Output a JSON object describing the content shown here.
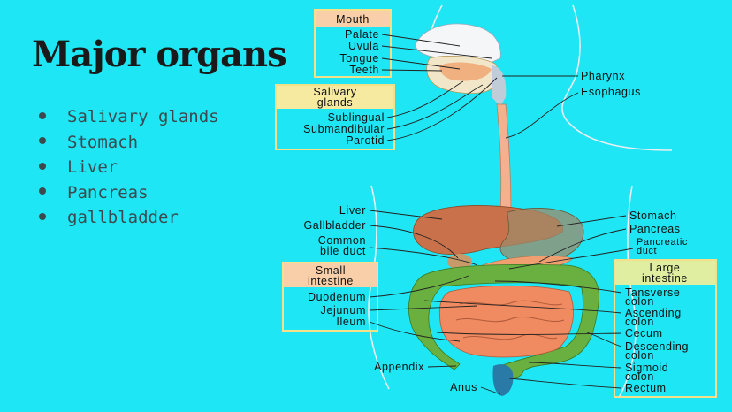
{
  "slide": {
    "title": "Major organs",
    "bullets": [
      "Salivary glands",
      "Stomach",
      "Liver",
      "Pancreas",
      "gallbladder"
    ]
  },
  "diagram": {
    "boxes": {
      "mouth": {
        "header": "Mouth",
        "items": [
          "Palate",
          "Uvula",
          "Tongue",
          "Teeth"
        ]
      },
      "salivary": {
        "header_lines": [
          "Salivary",
          "glands"
        ],
        "items": [
          "Sublingual",
          "Submandibular",
          "Parotid"
        ]
      },
      "small_intestine": {
        "header_lines": [
          "Small",
          "intestine"
        ],
        "items": [
          "Duodenum",
          "Jejunum",
          "Ileum"
        ]
      },
      "large_intestine": {
        "header_lines": [
          "Large",
          "intestine"
        ],
        "items": [
          [
            "Tansverse",
            "colon"
          ],
          [
            "Ascending",
            "colon"
          ],
          [
            "Cecum"
          ],
          [
            "Descending",
            "colon"
          ],
          [
            "Sigmoid",
            "colon"
          ],
          [
            "Rectum"
          ]
        ]
      }
    },
    "labels": {
      "pharynx": "Pharynx",
      "esophagus": "Esophagus",
      "liver": "Liver",
      "gallbladder": "Gallbladder",
      "common_bile_duct": [
        "Common",
        "bile duct"
      ],
      "stomach": "Stomach",
      "pancreas": "Pancreas",
      "pancreatic_duct": [
        "Pancreatic",
        "duct"
      ],
      "appendix": "Appendix",
      "anus": "Anus"
    },
    "colors": {
      "background": "#1ee6f4",
      "box_border": "#f5e08a",
      "mouth_header": "#f8cfa8",
      "salivary_header": "#f6eaa0",
      "small_intestine_header": "#f8cfa8",
      "large_intestine_header": "#dfeea0",
      "liver": "#c8714a",
      "stomach": "#a08a6a",
      "small_intestine": "#f08a60",
      "large_intestine": "#6ab040",
      "esophagus": "#f5b090"
    }
  }
}
